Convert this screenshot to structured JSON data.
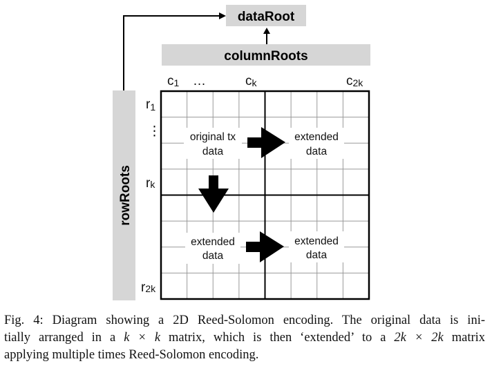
{
  "diagram": {
    "data_root": "dataRoot",
    "column_roots": "columnRoots",
    "row_roots": "rowRoots",
    "columns": [
      {
        "base": "c",
        "sub": "1"
      },
      {
        "base": "…",
        "sub": ""
      },
      {
        "base": "c",
        "sub": "k"
      },
      {
        "base": "c",
        "sub": "2k"
      }
    ],
    "rows": [
      {
        "base": "r",
        "sub": "1"
      },
      {
        "base": "⋮",
        "sub": ""
      },
      {
        "base": "r",
        "sub": "k"
      },
      {
        "base": "r",
        "sub": "2k"
      }
    ],
    "quadrants": {
      "top_left": [
        "original tx",
        "data"
      ],
      "top_right": [
        "extended",
        "data"
      ],
      "bottom_left": [
        "extended",
        "data"
      ],
      "bottom_right": [
        "extended",
        "data"
      ]
    },
    "grid_size": 8,
    "colors": {
      "box": "#d6d6d6",
      "grid": "#999999",
      "border": "#000000"
    }
  },
  "caption": {
    "line1": "Fig. 4: Diagram showing a 2D Reed-Solomon encoding. The original data is ini-",
    "line2a": "tially arranged in a ",
    "line2b": "k × k",
    "line2c": " matrix, which is then ‘extended’ to a ",
    "line2d": "2k × 2k",
    "line2e": " matrix",
    "line3": "applying multiple times Reed-Solomon encoding."
  }
}
